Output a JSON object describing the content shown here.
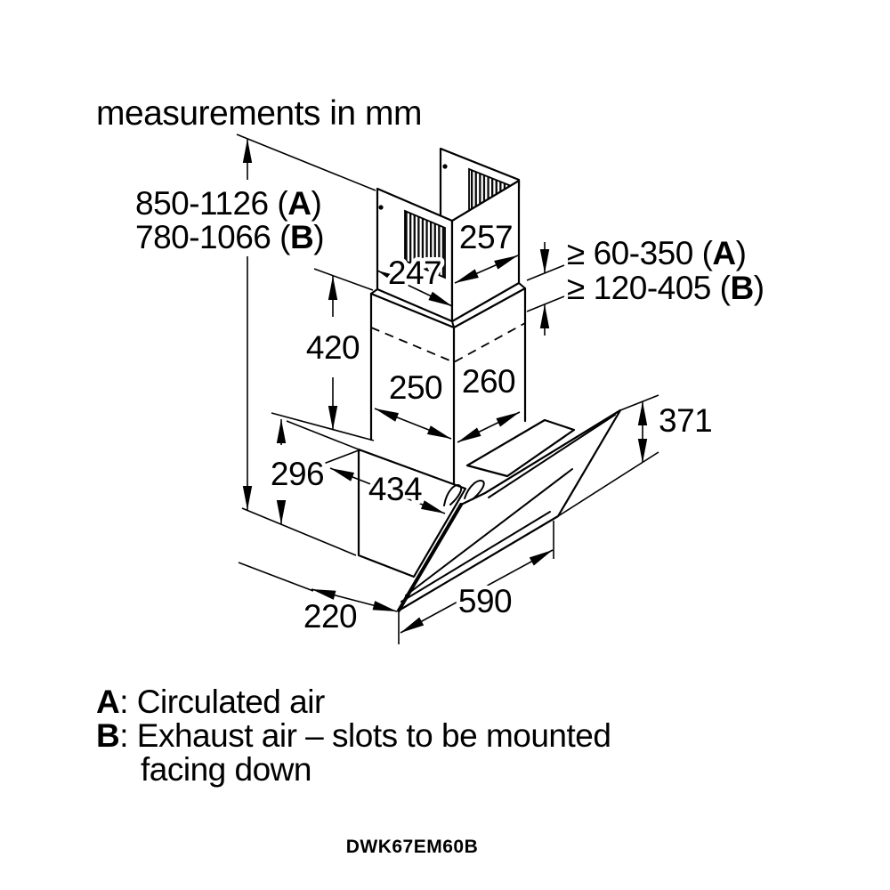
{
  "title": "measurements in mm",
  "model": "DWK67EM60B",
  "labels": {
    "total_a": {
      "pre": "850-1126 (",
      "bold": "A",
      "post": ")"
    },
    "total_b": {
      "pre": "780-1066 (",
      "bold": "B",
      "post": ")"
    },
    "clear_a": {
      "pre": "≥ 60-350 (",
      "bold": "A",
      "post": ")"
    },
    "clear_b": {
      "pre": "≥ 120-405 (",
      "bold": "B",
      "post": ")"
    },
    "chimney_lower_height": "420",
    "chimney_top_width": "247",
    "chimney_top_depth": "257",
    "chimney_lower_width": "250",
    "chimney_lower_depth": "260",
    "body_height": "296",
    "body_width": "434",
    "glass_height": "371",
    "hood_width": "590",
    "wall_clearance": "220"
  },
  "legend": {
    "a": {
      "bold": "A",
      "rest": ": Circulated air"
    },
    "b": {
      "bold": "B",
      "rest": ": Exhaust air – slots to be mounted"
    },
    "b_line2": "facing down"
  }
}
